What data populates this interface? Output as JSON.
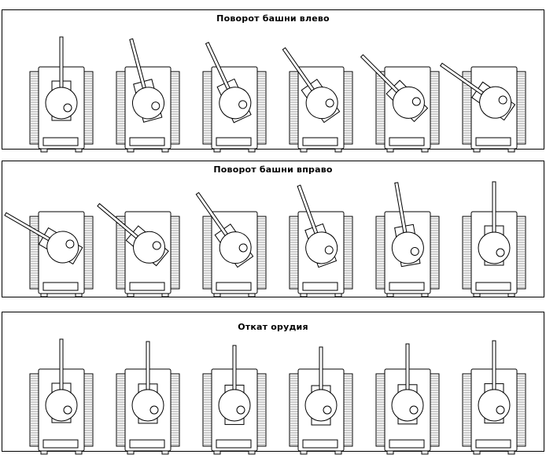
{
  "panels": [
    {
      "key": "left",
      "title": "Поворот башни влево",
      "frames": [
        {
          "turret_angle_deg": 0,
          "recoil": 0
        },
        {
          "turret_angle_deg": -15,
          "recoil": 0
        },
        {
          "turret_angle_deg": -25,
          "recoil": 0
        },
        {
          "turret_angle_deg": -35,
          "recoil": 0
        },
        {
          "turret_angle_deg": -45,
          "recoil": 0
        },
        {
          "turret_angle_deg": -55,
          "recoil": 0
        }
      ]
    },
    {
      "key": "right",
      "title": "Поворот башни вправо",
      "frames": [
        {
          "turret_angle_deg": -60,
          "recoil": 0
        },
        {
          "turret_angle_deg": -50,
          "recoil": 0
        },
        {
          "turret_angle_deg": -35,
          "recoil": 0
        },
        {
          "turret_angle_deg": -20,
          "recoil": 0
        },
        {
          "turret_angle_deg": -10,
          "recoil": 0
        },
        {
          "turret_angle_deg": 0,
          "recoil": 0
        }
      ]
    },
    {
      "key": "recoil",
      "title": "Откат орудия",
      "frames": [
        {
          "turret_angle_deg": 0,
          "recoil": 0
        },
        {
          "turret_angle_deg": 0,
          "recoil": 0.15
        },
        {
          "turret_angle_deg": 0,
          "recoil": 0.4
        },
        {
          "turret_angle_deg": 0,
          "recoil": 0.5
        },
        {
          "turret_angle_deg": 0,
          "recoil": 0.3
        },
        {
          "turret_angle_deg": 0,
          "recoil": 0.1
        }
      ]
    }
  ]
}
